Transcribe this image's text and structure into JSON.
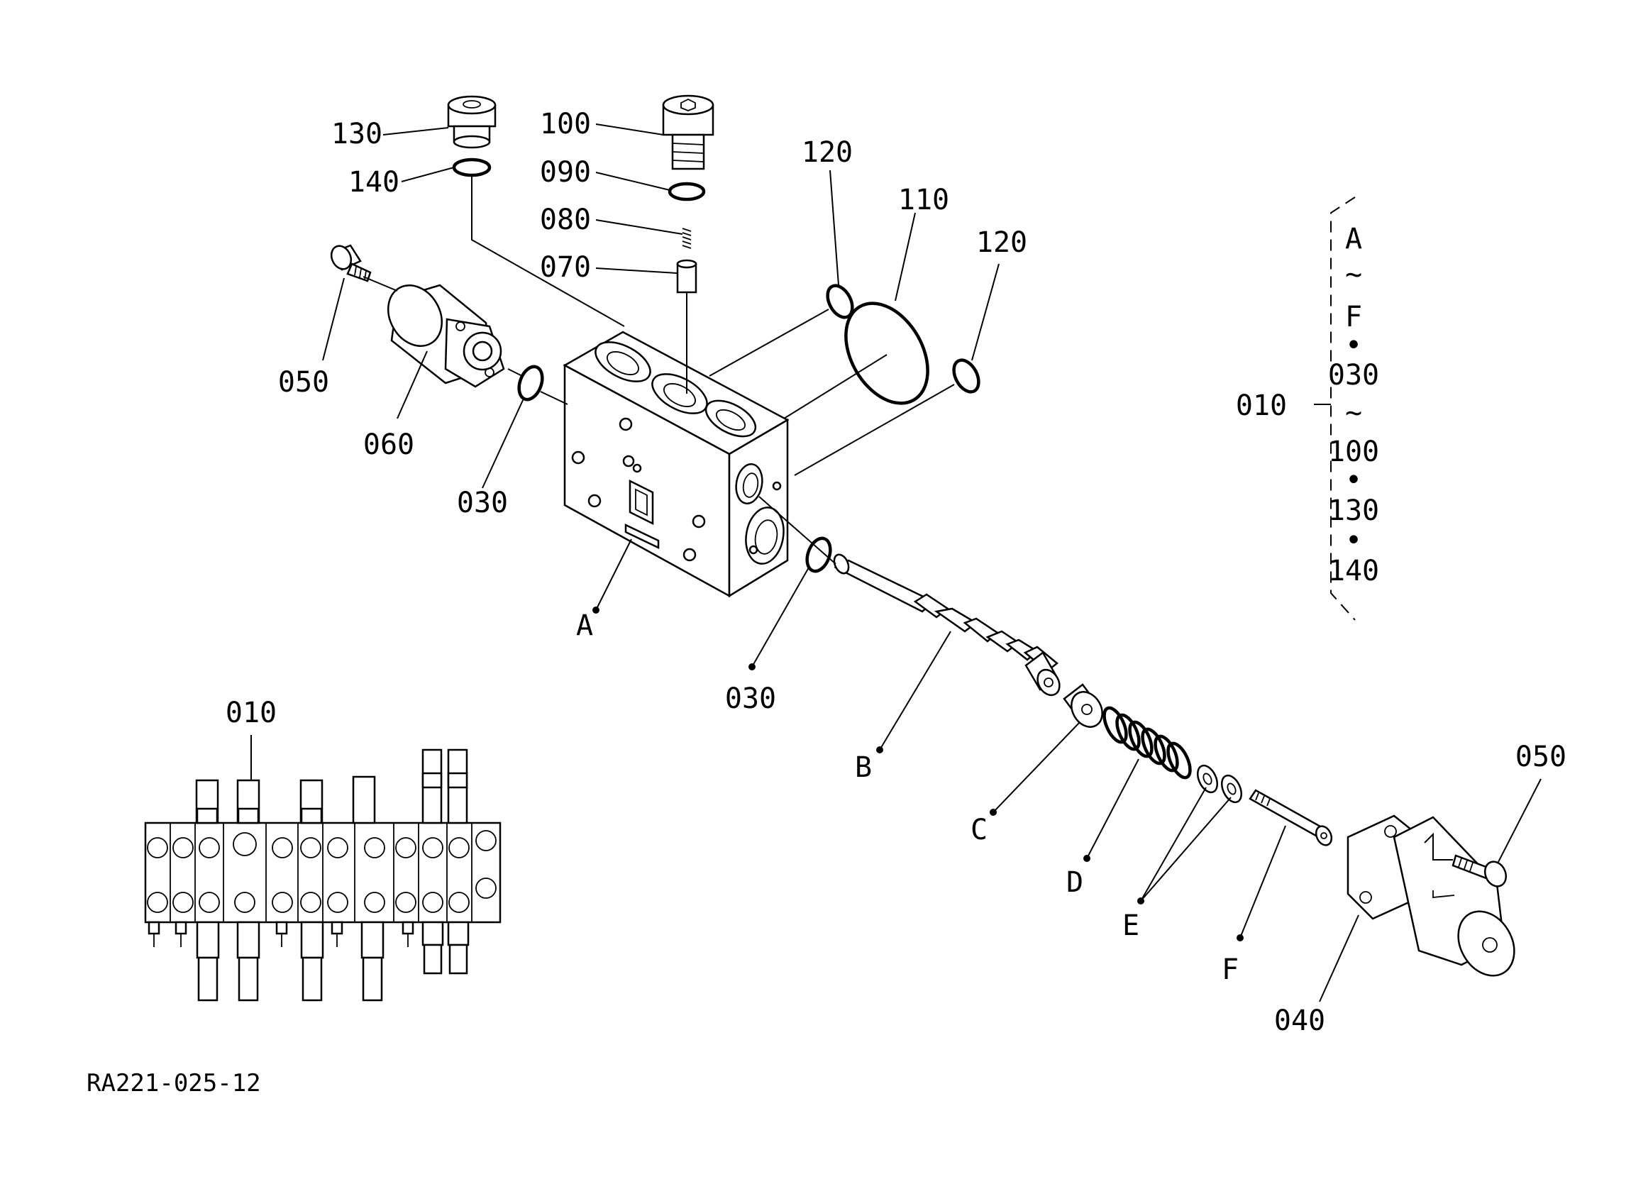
{
  "callouts": {
    "p130": "130",
    "p140": "140",
    "p100": "100",
    "p090": "090",
    "p080": "080",
    "p070": "070",
    "p120a": "120",
    "p110": "110",
    "p120b": "120",
    "p050a": "050",
    "p060": "060",
    "p030a": "030",
    "pA": "A",
    "p030b": "030",
    "pB": "B",
    "pC": "C",
    "pD": "D",
    "pE": "E",
    "pF": "F",
    "p040": "040",
    "p050b": "050",
    "p010_assembly": "010"
  },
  "kit_bracket": {
    "label": "010",
    "items": [
      "A",
      "~",
      "F",
      "•",
      "030",
      "~",
      "100",
      "•",
      "130",
      "•",
      "140"
    ]
  },
  "drawing_code": "RA221-025-12"
}
